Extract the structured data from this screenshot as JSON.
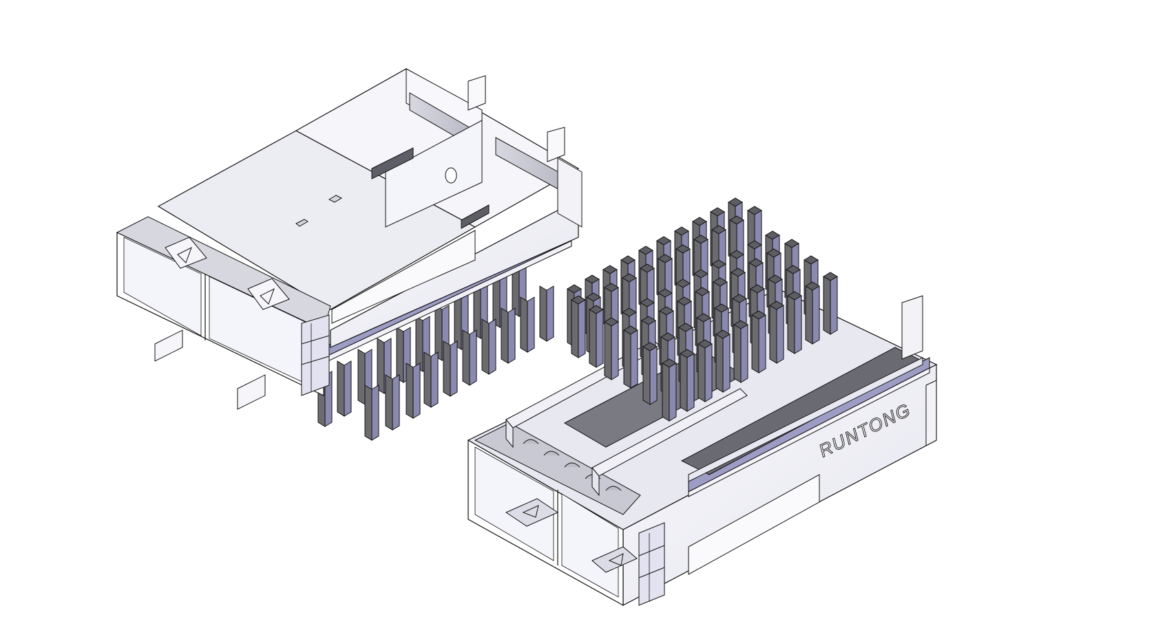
{
  "scene": {
    "description": "Isometric CAD render of two QSFP-style stacked cage connectors with pin-fin heatsinks",
    "objects": [
      {
        "name": "left-cage",
        "view": "bottom/rear",
        "fin_rows": 2
      },
      {
        "name": "right-cage",
        "view": "top/front",
        "fin_grid": "pin-fin heatsink"
      }
    ]
  },
  "labels": {
    "brand": "RUNTONG"
  },
  "colors": {
    "background": "#ffffff",
    "sheet_metal": "#f4f4f8",
    "sheet_metal_shade": "#e3e3ec",
    "fin_dark": "#6b6b70",
    "fin_light": "#8c8cb0",
    "fin_top": "#5a5a60",
    "rail": "#9c9cc4",
    "outline": "#1a1a1a"
  }
}
